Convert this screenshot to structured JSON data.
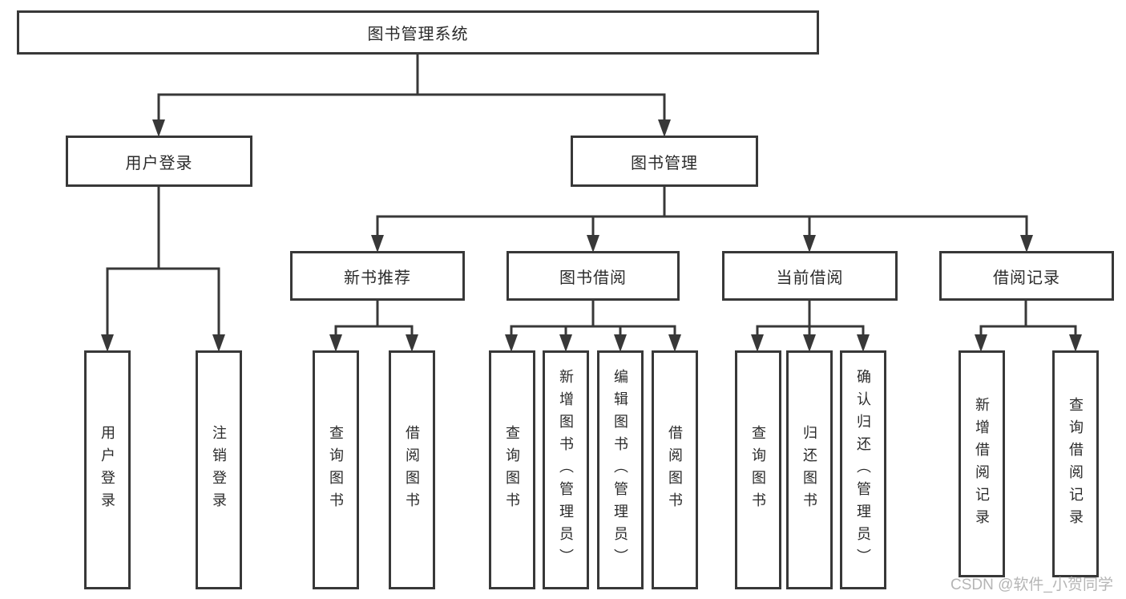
{
  "diagram": {
    "title": "图书管理系统",
    "branches": [
      {
        "label": "用户登录",
        "children": [
          {
            "label": "用户登录"
          },
          {
            "label": "注销登录"
          }
        ]
      },
      {
        "label": "图书管理",
        "children": [
          {
            "label": "新书推荐",
            "children": [
              {
                "label": "查询图书"
              },
              {
                "label": "借阅图书"
              }
            ]
          },
          {
            "label": "图书借阅",
            "children": [
              {
                "label": "查询图书"
              },
              {
                "label": "新增图书（管理员）"
              },
              {
                "label": "编辑图书（管理员）"
              },
              {
                "label": "借阅图书"
              }
            ]
          },
          {
            "label": "当前借阅",
            "children": [
              {
                "label": "查询图书"
              },
              {
                "label": "归还图书"
              },
              {
                "label": "确认归还（管理员）"
              }
            ]
          },
          {
            "label": "借阅记录",
            "children": [
              {
                "label": "新增借阅记录"
              },
              {
                "label": "查询借阅记录"
              }
            ]
          }
        ]
      }
    ]
  },
  "watermark": {
    "text": "CSDN @软件_小贺同学"
  },
  "colors": {
    "line": "#383838",
    "text": "#2b2b2b",
    "watermark": "#b5b5b5",
    "background": "#ffffff"
  }
}
